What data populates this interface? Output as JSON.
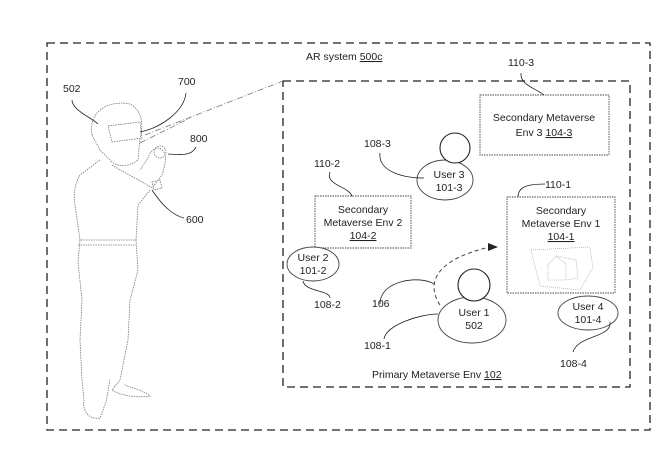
{
  "system": {
    "label": "AR system ",
    "ref": "500c"
  },
  "primary_env": {
    "label": "Primary Metaverse Env ",
    "ref": "102"
  },
  "person": {
    "ref_user": "502",
    "ref_headset": "700",
    "ref_controller": "800",
    "ref_watch": "600"
  },
  "secondary_envs": [
    {
      "line1": "Secondary Metaverse",
      "line2": "Env 3 ",
      "ref": "104-3",
      "callout": "110-3"
    },
    {
      "line1": "Secondary",
      "line2": "Metaverse Env 2",
      "ref": "104-2",
      "callout": "110-2"
    },
    {
      "line1": "Secondary",
      "line2": "Metaverse Env 1",
      "ref": "104-1",
      "callout": "110-1"
    }
  ],
  "users": [
    {
      "name": "User 1",
      "id": "502",
      "callout": "108-1"
    },
    {
      "name": "User 2",
      "id": "101-2",
      "callout": "108-2"
    },
    {
      "name": "User 3",
      "id": "101-3",
      "callout": "108-3"
    },
    {
      "name": "User 4",
      "id": "101-4",
      "callout": "108-4"
    }
  ],
  "transition": {
    "callout": "106"
  }
}
